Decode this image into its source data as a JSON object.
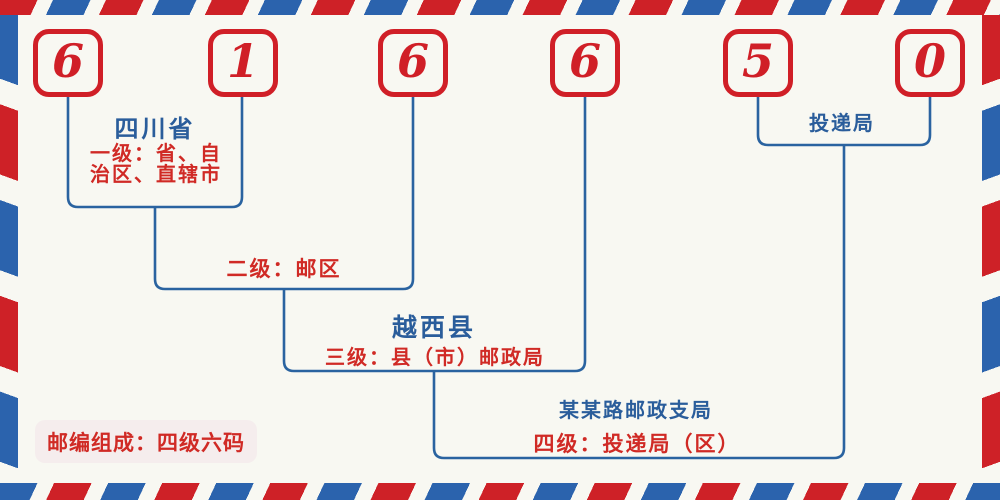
{
  "diagram": {
    "postal_code": {
      "digits": [
        "6",
        "1",
        "6",
        "6",
        "5",
        "0"
      ]
    },
    "levels": {
      "level1": {
        "name": "四川省",
        "desc_lines": [
          "一级：省、自",
          "治区、直辖市"
        ]
      },
      "level2": {
        "desc": "二级：邮区"
      },
      "level3": {
        "name": "越西县",
        "desc": "三级：县（市）邮政局"
      },
      "level4": {
        "name": "某某路邮政支局",
        "desc": "四级：投递局（区）"
      },
      "delivery": {
        "name": "投递局"
      }
    },
    "footer_badge": "邮编组成：四级六码",
    "colors": {
      "stripe_red": "#ce2127",
      "stripe_blue": "#2b63ad",
      "digit_red": "#d01f27",
      "text_red": "#d02a25",
      "text_blue": "#2a5d9b",
      "connector_blue": "#2a63a0",
      "background": "#f8f8f2",
      "badge_background": "#f5eded"
    }
  }
}
